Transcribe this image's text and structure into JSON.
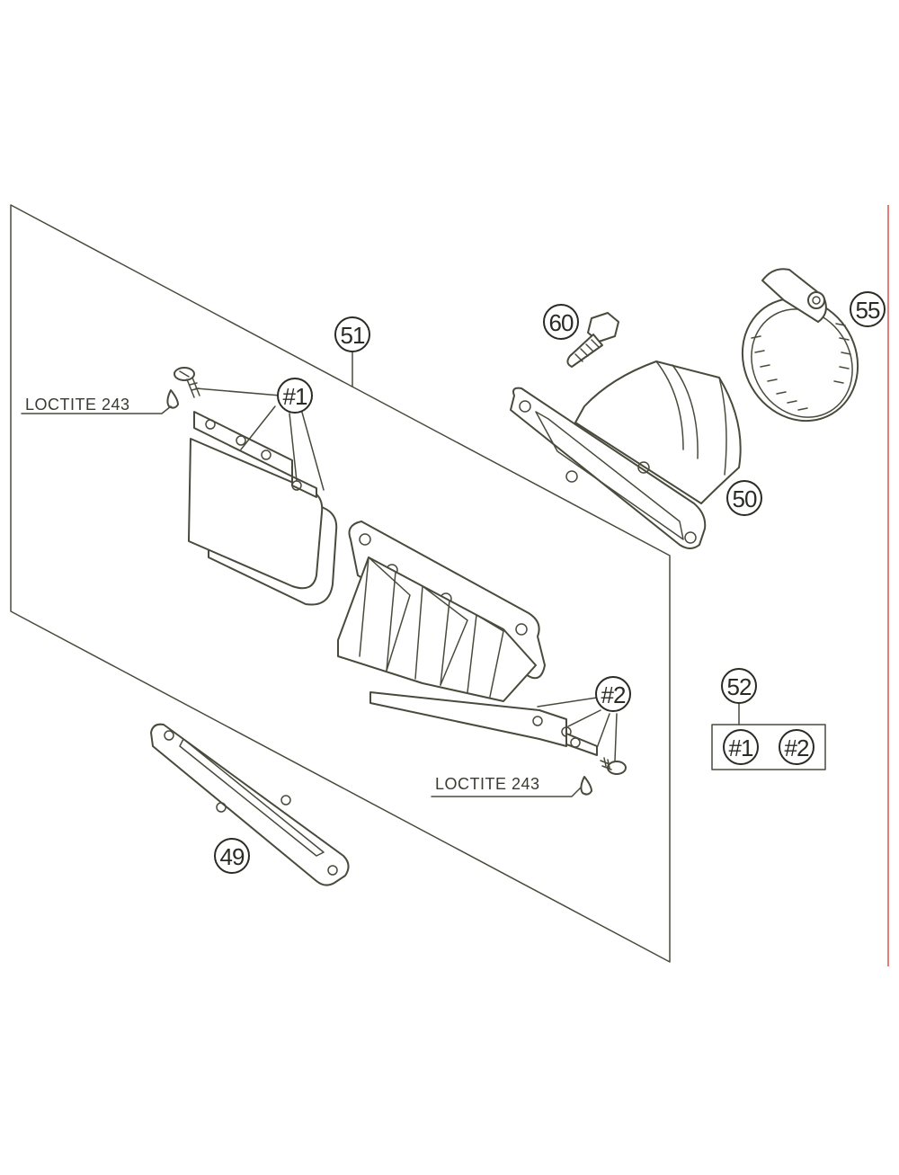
{
  "diagram": {
    "callouts": {
      "c49": "49",
      "c50": "50",
      "c51": "51",
      "c52": "52",
      "c55": "55",
      "c60": "60",
      "g1": "#1",
      "g2": "#2",
      "kit1": "#1",
      "kit2": "#2"
    },
    "notes": {
      "loctite_top": "LOCTITE 243",
      "loctite_bottom": "LOCTITE 243"
    },
    "colors": {
      "line": "#4a4a3c",
      "margin_rule": "#d9534f"
    }
  }
}
